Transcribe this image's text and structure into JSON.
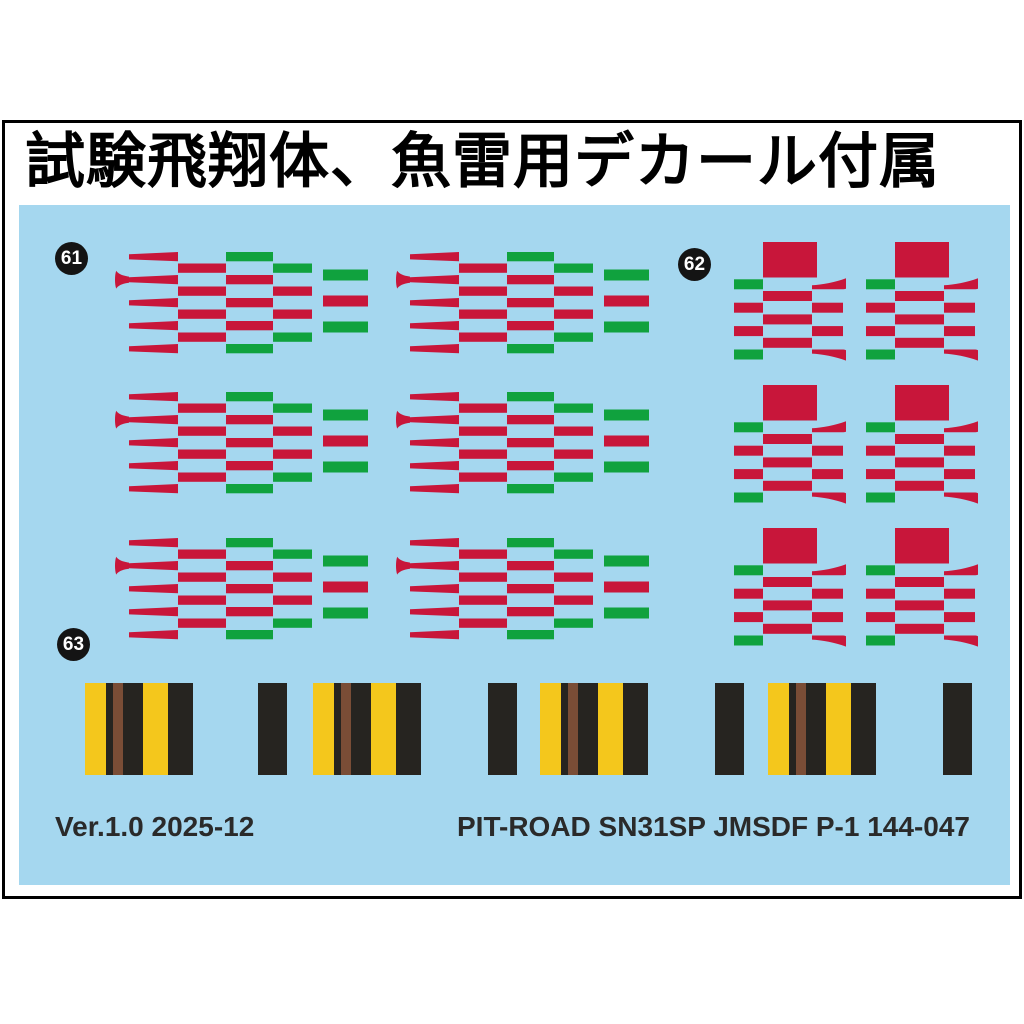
{
  "header": {
    "title": "試験飛翔体、魚雷用デカール付属"
  },
  "decal_sheet": {
    "markers": [
      {
        "label": "61"
      },
      {
        "label": "62"
      },
      {
        "label": "63"
      }
    ]
  },
  "footer": {
    "version_line": "Ver.1.0 2025-12",
    "product_code": "PIT-ROAD SN31SP JMSDF P-1 144-047"
  },
  "colors": {
    "page_background": "#ffffff",
    "frame_border": "#000000",
    "sheet_blue": "#a5d7ef",
    "decal_red": "#c8163a",
    "decal_green": "#10a23e",
    "band_yellow": "#f4c71c",
    "band_black": "#262420",
    "band_brown": "#7a4d36",
    "marker_black": "#141414",
    "text_dark": "#2a2a2a"
  }
}
